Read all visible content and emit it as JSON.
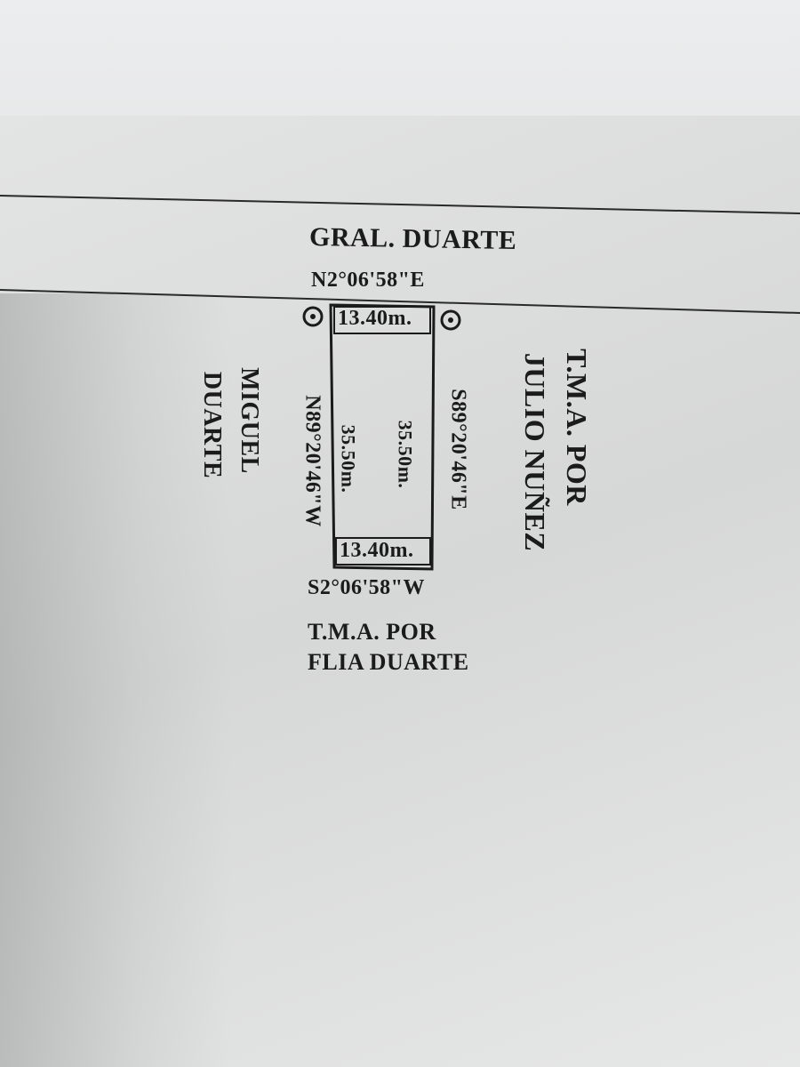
{
  "street": "GRAL. DUARTE",
  "bearing_top": "N2°06'58\"E",
  "bearing_bottom": "S2°06'58\"W",
  "bearing_left": "N89°20'46\"W",
  "bearing_right": "S89°20'46\"E",
  "dim_top": "13.40m.",
  "dim_bottom": "13.40m.",
  "dim_left_inner": "35.50m.",
  "dim_right_inner": "35.50m.",
  "left_neighbor": [
    "MIGUEL",
    "DUARTE"
  ],
  "right_neighbor": [
    "T.M.A. POR",
    "JULIO NUÑEZ"
  ],
  "bottom_neighbor": [
    "T.M.A. POR",
    "FLIA DUARTE"
  ],
  "corner_markers": [
    "corner-marker-left",
    "corner-marker-right"
  ]
}
